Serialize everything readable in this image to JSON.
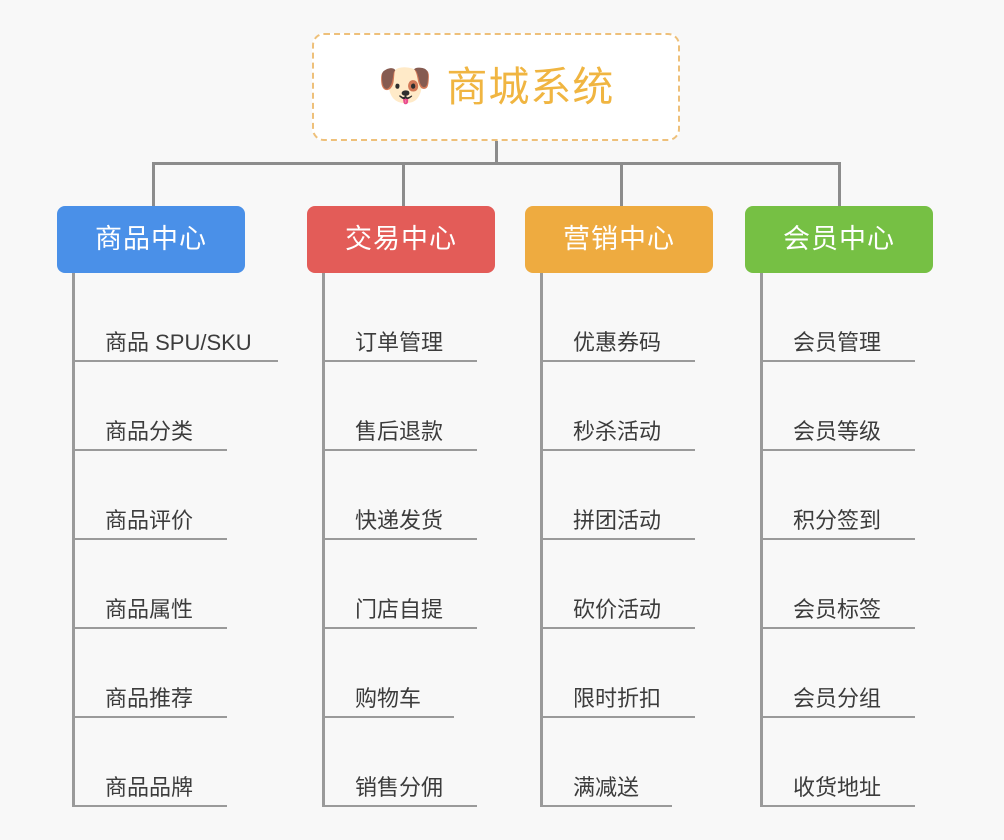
{
  "page": {
    "background_color": "#f8f8f8",
    "connector_color": "#8c8c8c"
  },
  "root": {
    "icon": "shiba-dog-emoji",
    "emoji": "🐶",
    "title": "商城系统",
    "text_color": "#f0b541",
    "border_color": "#eec07a",
    "background_color": "#ffffff"
  },
  "columns": [
    {
      "id": "product-center",
      "label": "商品中心",
      "color": "#4a90e8",
      "items": [
        {
          "label": "商品 SPU/SKU",
          "rule_width": 206
        },
        {
          "label": "商品分类",
          "rule_width": 155
        },
        {
          "label": "商品评价",
          "rule_width": 155
        },
        {
          "label": "商品属性",
          "rule_width": 155
        },
        {
          "label": "商品推荐",
          "rule_width": 155
        },
        {
          "label": "商品品牌",
          "rule_width": 155
        }
      ]
    },
    {
      "id": "trade-center",
      "label": "交易中心",
      "color": "#e35c58",
      "items": [
        {
          "label": "订单管理",
          "rule_width": 155
        },
        {
          "label": "售后退款",
          "rule_width": 155
        },
        {
          "label": "快递发货",
          "rule_width": 155
        },
        {
          "label": "门店自提",
          "rule_width": 155
        },
        {
          "label": "购物车",
          "rule_width": 132
        },
        {
          "label": "销售分佣",
          "rule_width": 155
        }
      ]
    },
    {
      "id": "marketing-center",
      "label": "营销中心",
      "color": "#eeab40",
      "items": [
        {
          "label": "优惠券码",
          "rule_width": 155
        },
        {
          "label": "秒杀活动",
          "rule_width": 155
        },
        {
          "label": "拼团活动",
          "rule_width": 155
        },
        {
          "label": "砍价活动",
          "rule_width": 155
        },
        {
          "label": "限时折扣",
          "rule_width": 155
        },
        {
          "label": "满减送",
          "rule_width": 132
        }
      ]
    },
    {
      "id": "member-center",
      "label": "会员中心",
      "color": "#76c044",
      "items": [
        {
          "label": "会员管理",
          "rule_width": 155
        },
        {
          "label": "会员等级",
          "rule_width": 155
        },
        {
          "label": "积分签到",
          "rule_width": 155
        },
        {
          "label": "会员标签",
          "rule_width": 155
        },
        {
          "label": "会员分组",
          "rule_width": 155
        },
        {
          "label": "收货地址",
          "rule_width": 155
        }
      ]
    }
  ]
}
